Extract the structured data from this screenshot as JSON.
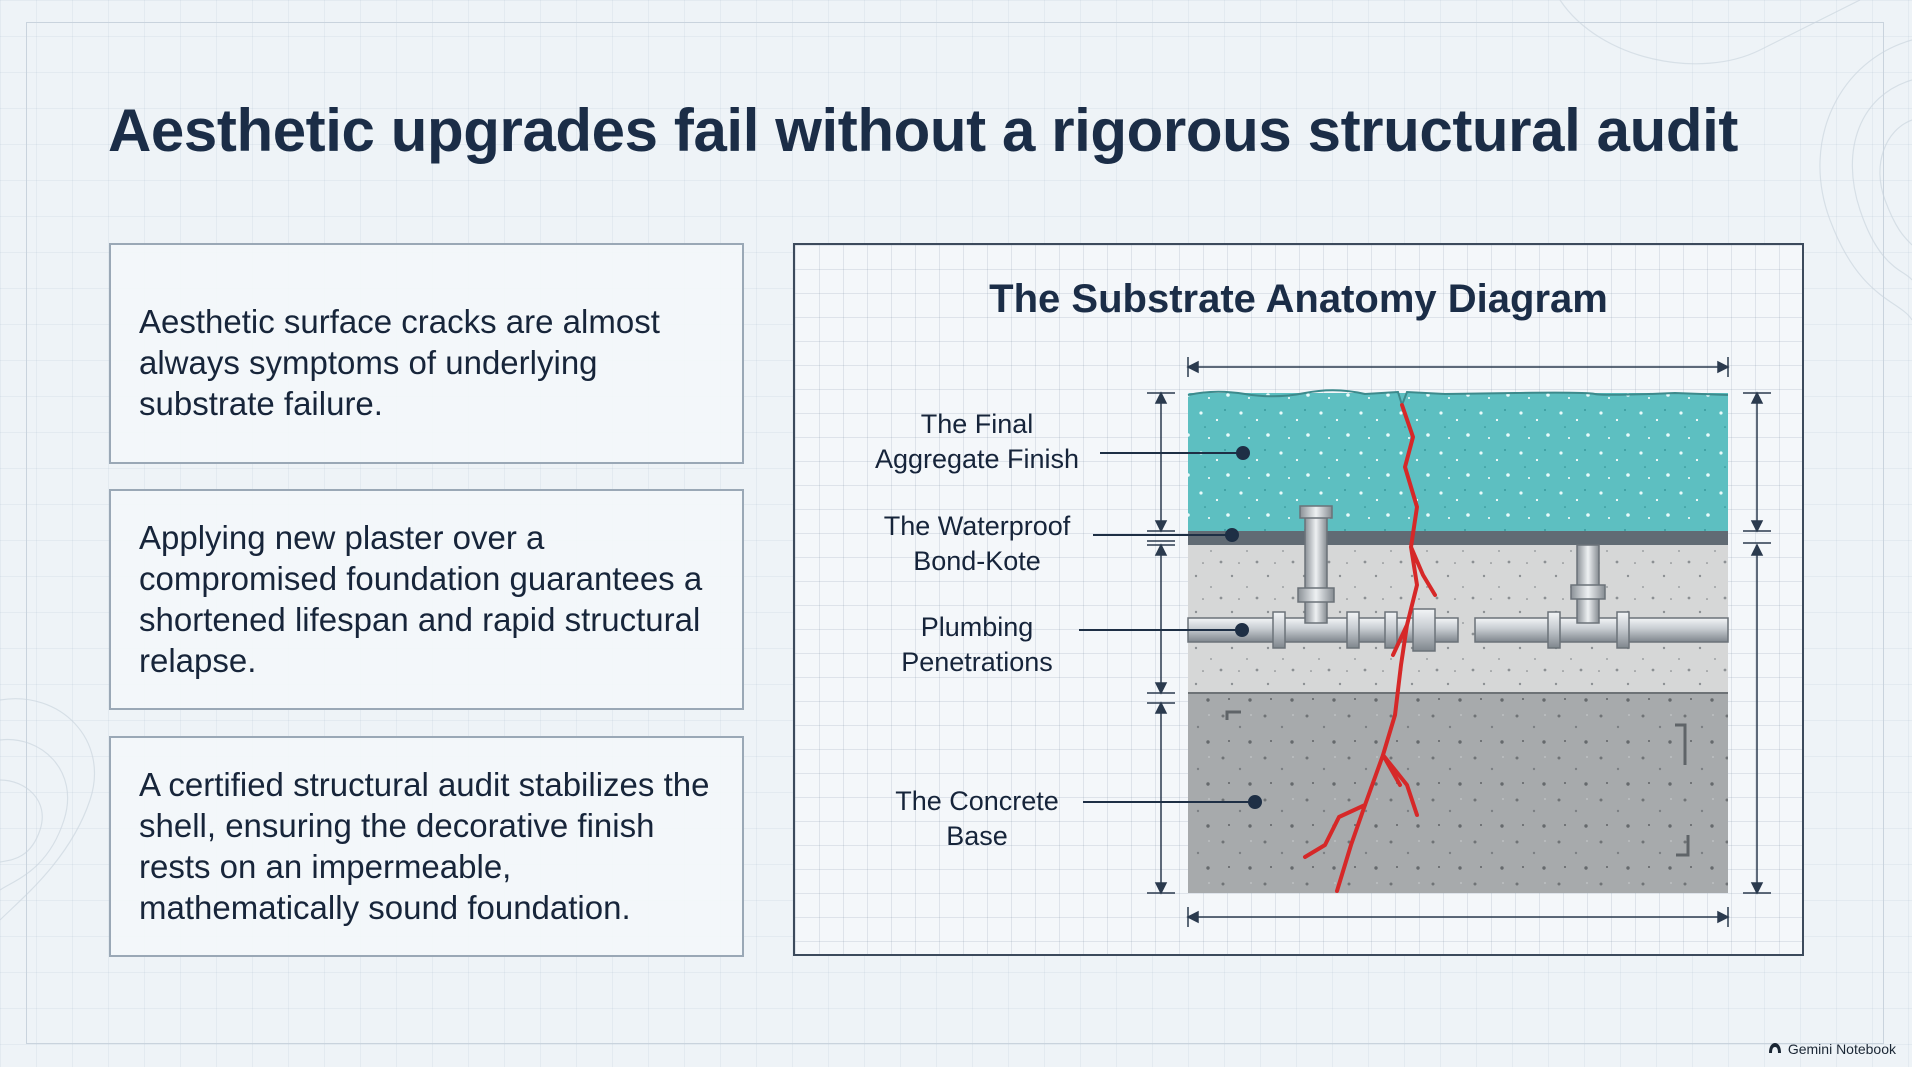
{
  "slide": {
    "title": "Aesthetic upgrades fail without a rigorous structural audit"
  },
  "cards": [
    {
      "text": "Aesthetic surface cracks are almost always symptoms of underlying substrate failure."
    },
    {
      "text": "Applying new plaster over a compromised foundation guarantees a shortened lifespan and rapid structural relapse."
    },
    {
      "text": "A certified structural audit stabilizes the shell, ensuring the decorative finish rests on an impermeable, mathematically sound foundation."
    }
  ],
  "diagram": {
    "title": "The Substrate Anatomy Diagram",
    "layers": [
      {
        "label_line1": "The Final",
        "label_line2": "Aggregate Finish",
        "color": "#5dbfc1"
      },
      {
        "label_line1": "The Waterproof",
        "label_line2": "Bond-Kote",
        "color": "#616b74"
      },
      {
        "label_line1": "Plumbing",
        "label_line2": "Penetrations",
        "color": "#d6d7d7"
      },
      {
        "label_line1": "The Concrete",
        "label_line2": "Base",
        "color": "#a7aaac"
      }
    ],
    "crack_color": "#d62828"
  },
  "footer": {
    "brand": "Gemini Notebook"
  }
}
